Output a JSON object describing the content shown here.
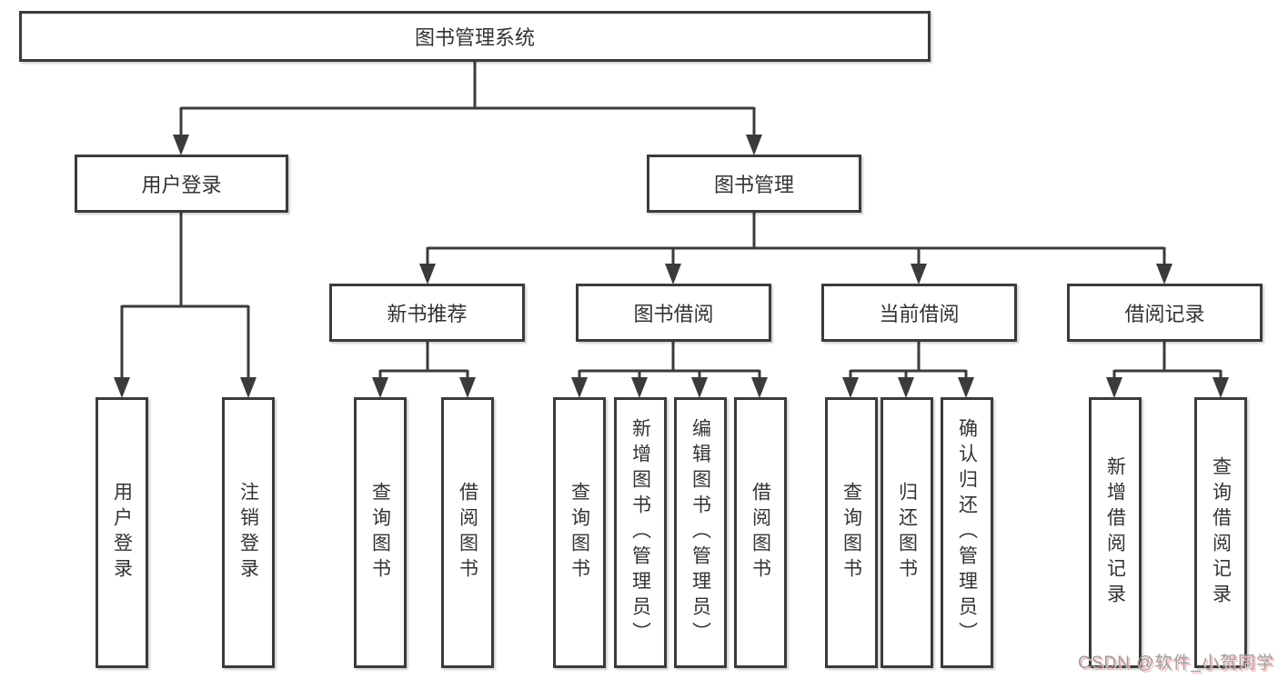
{
  "diagram": {
    "root": {
      "label": "图书管理系统"
    },
    "level2": {
      "user_login": {
        "label": "用户登录"
      },
      "book_mgmt": {
        "label": "图书管理"
      }
    },
    "level3": {
      "new_book": {
        "label": "新书推荐"
      },
      "book_borrow": {
        "label": "图书借阅"
      },
      "current_borrow": {
        "label": "当前借阅"
      },
      "borrow_record": {
        "label": "借阅记录"
      }
    },
    "leaves": {
      "user_login": [
        "用户登录",
        "注销登录"
      ],
      "new_book": [
        "查询图书",
        "借阅图书"
      ],
      "book_borrow": [
        "查询图书",
        "新增图书（管理员）",
        "编辑图书（管理员）",
        "借阅图书"
      ],
      "current_borrow": [
        "查询图书",
        "归还图书",
        "确认归还（管理员）"
      ],
      "borrow_record": [
        "新增借阅记录",
        "查询借阅记录"
      ]
    },
    "watermark": "CSDN @软件_小贺同学",
    "colors": {
      "line": "#3b3b3b",
      "text": "#333333",
      "background": "#ffffff",
      "watermark_text": "#9e9e9e",
      "watermark_shadow": "#f7b9b9"
    }
  }
}
